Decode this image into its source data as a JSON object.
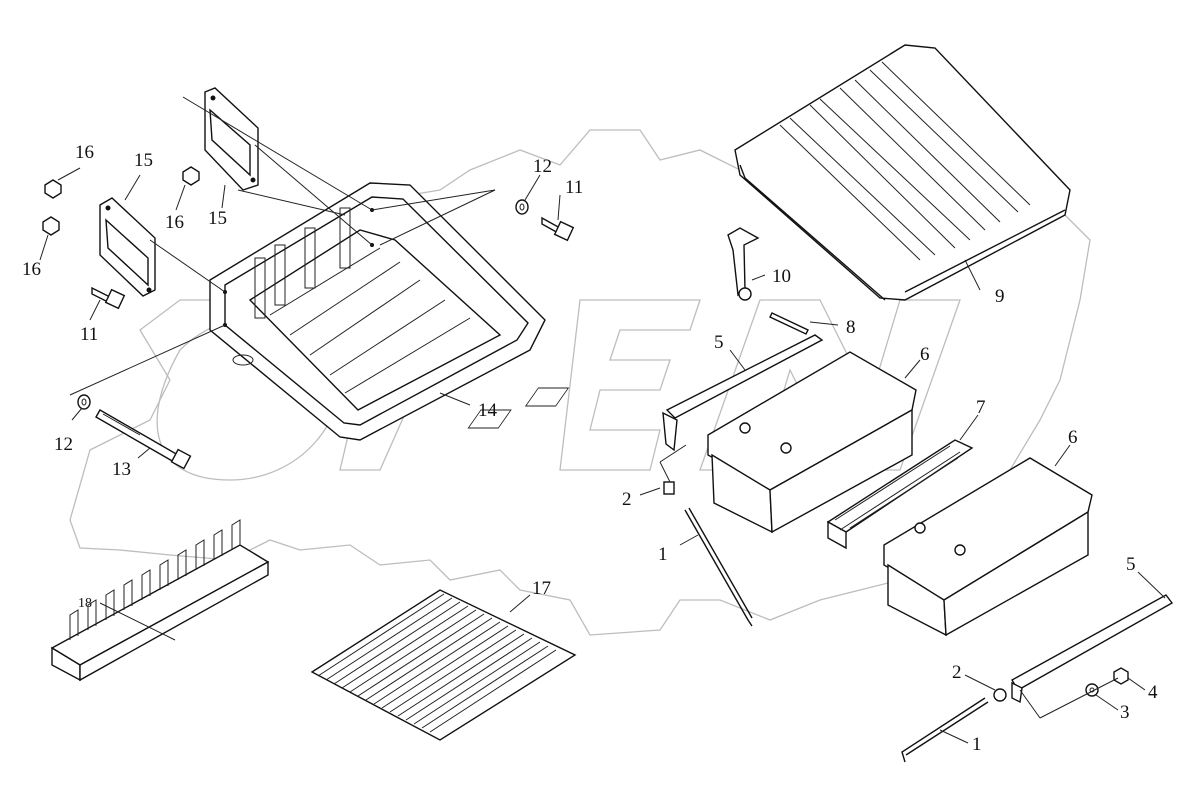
{
  "diagram": {
    "callouts": [
      {
        "id": "c1a",
        "text": "1"
      },
      {
        "id": "c1b",
        "text": "1"
      },
      {
        "id": "c2a",
        "text": "2"
      },
      {
        "id": "c2b",
        "text": "2"
      },
      {
        "id": "c3",
        "text": "3"
      },
      {
        "id": "c4",
        "text": "4"
      },
      {
        "id": "c5a",
        "text": "5"
      },
      {
        "id": "c5b",
        "text": "5"
      },
      {
        "id": "c6a",
        "text": "6"
      },
      {
        "id": "c6b",
        "text": "6"
      },
      {
        "id": "c7",
        "text": "7"
      },
      {
        "id": "c8",
        "text": "8"
      },
      {
        "id": "c9",
        "text": "9"
      },
      {
        "id": "c10",
        "text": "10"
      },
      {
        "id": "c11a",
        "text": "11"
      },
      {
        "id": "c11b",
        "text": "11"
      },
      {
        "id": "c12a",
        "text": "12"
      },
      {
        "id": "c12b",
        "text": "12"
      },
      {
        "id": "c13",
        "text": "13"
      },
      {
        "id": "c14",
        "text": "14"
      },
      {
        "id": "c15a",
        "text": "15"
      },
      {
        "id": "c15b",
        "text": "15"
      },
      {
        "id": "c16a",
        "text": "16"
      },
      {
        "id": "c16b",
        "text": "16"
      },
      {
        "id": "c16c",
        "text": "16"
      },
      {
        "id": "c17",
        "text": "17"
      },
      {
        "id": "c18",
        "text": "18"
      }
    ],
    "watermark": "OPEN"
  }
}
